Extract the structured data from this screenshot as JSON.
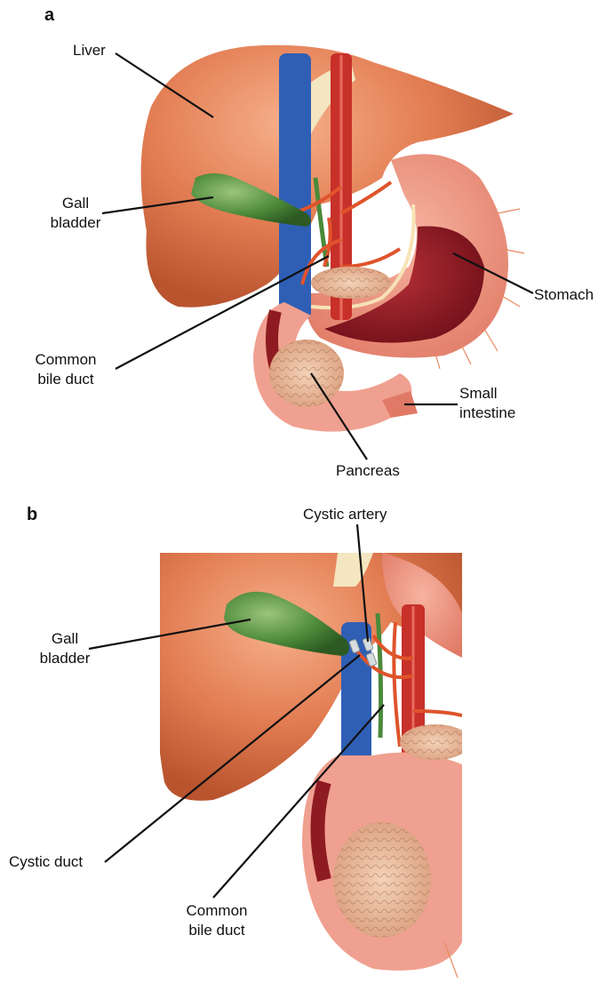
{
  "panel_a": {
    "letter": "a",
    "labels": {
      "liver": "Liver",
      "gall_bladder_1": "Gall",
      "gall_bladder_2": "bladder",
      "common_bile_duct_1": "Common",
      "common_bile_duct_2": "bile duct",
      "stomach": "Stomach",
      "small_intestine_1": "Small",
      "small_intestine_2": "intestine",
      "pancreas": "Pancreas"
    }
  },
  "panel_b": {
    "letter": "b",
    "labels": {
      "cystic_artery": "Cystic artery",
      "gall_bladder_1": "Gall",
      "gall_bladder_2": "bladder",
      "cystic_duct": "Cystic duct",
      "common_bile_duct_1": "Common",
      "common_bile_duct_2": "bile duct"
    }
  },
  "colors": {
    "liver": "#e0784f",
    "gall_bladder": "#4f8a3c",
    "vein": "#2f5fb5",
    "artery": "#c8302a",
    "stomach_inner": "#8e1b22",
    "intestine": "#f0a090",
    "pancreas": "#e8b89a"
  }
}
